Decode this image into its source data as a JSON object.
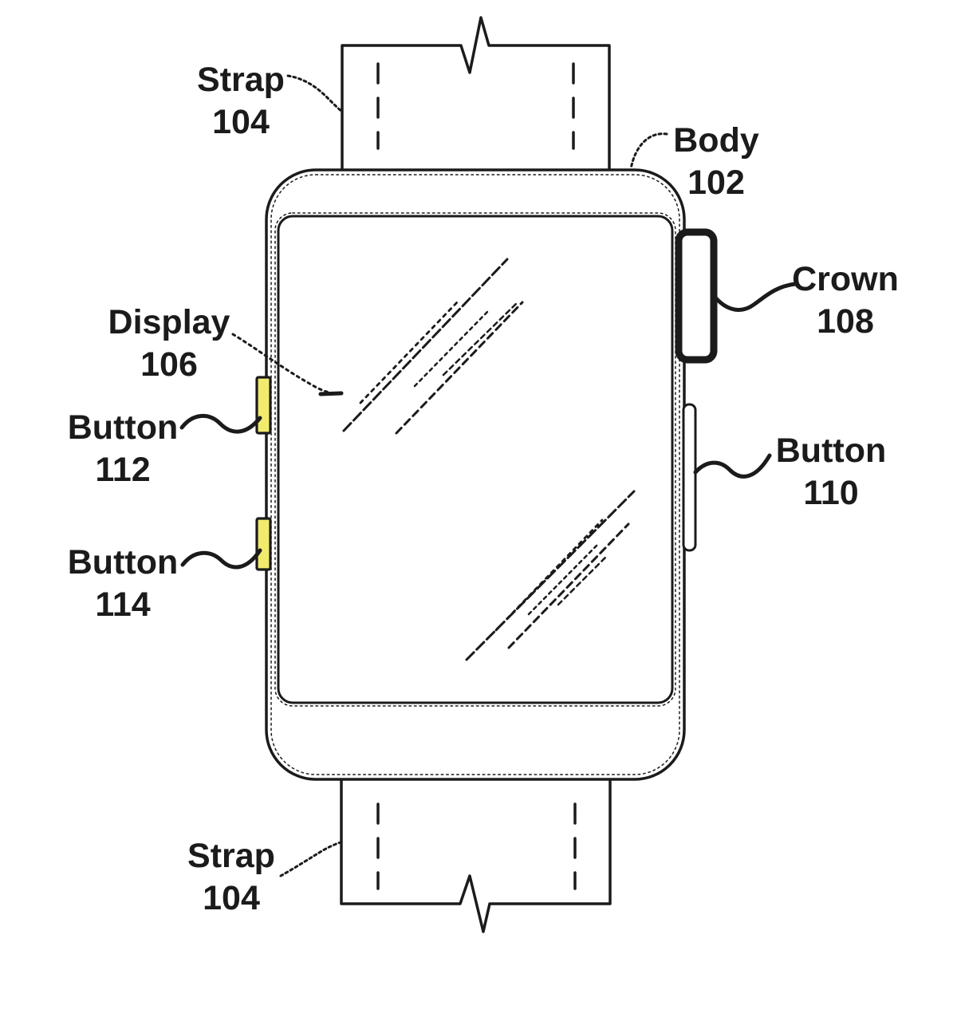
{
  "colors": {
    "line": "#1b1b1b",
    "button_fill": "#f2ea6d",
    "surface": "#ffffff"
  },
  "labels": {
    "strap_top": {
      "name": "Strap",
      "ref": "104"
    },
    "body": {
      "name": "Body",
      "ref": "102"
    },
    "crown": {
      "name": "Crown",
      "ref": "108"
    },
    "display": {
      "name": "Display",
      "ref": "106"
    },
    "button_left_upper": {
      "name": "Button",
      "ref": "112"
    },
    "button_right": {
      "name": "Button",
      "ref": "110"
    },
    "button_left_lower": {
      "name": "Button",
      "ref": "114"
    },
    "strap_bottom": {
      "name": "Strap",
      "ref": "104"
    }
  }
}
